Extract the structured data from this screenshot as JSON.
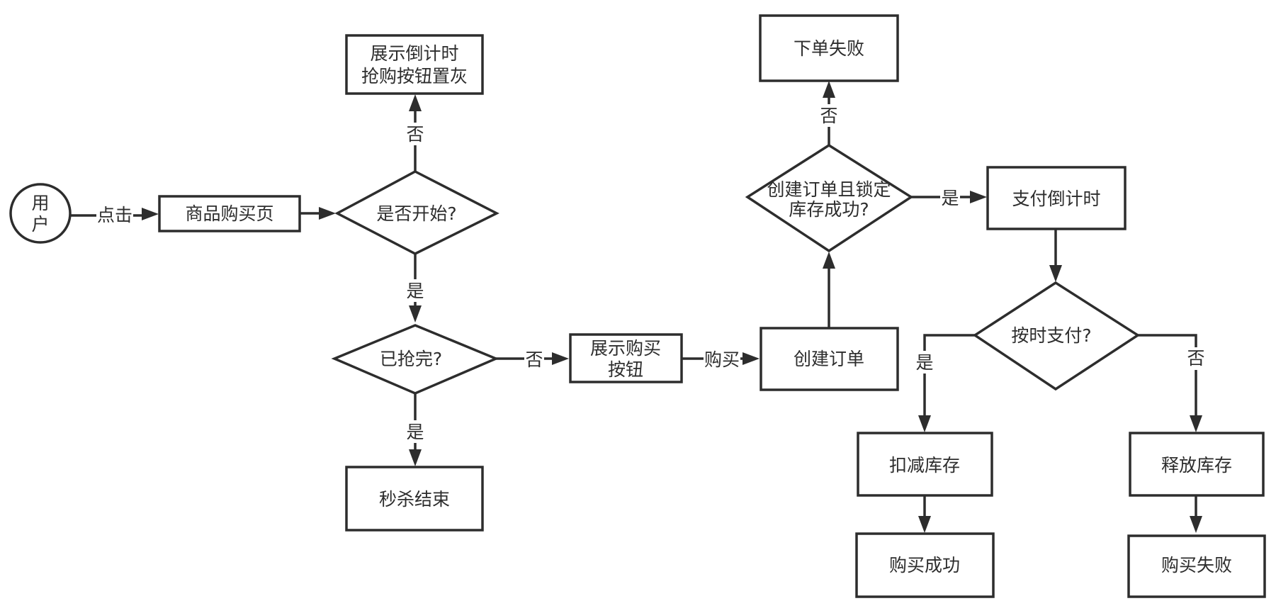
{
  "diagram": {
    "nodes": {
      "user": [
        "用",
        "户"
      ],
      "product_page": [
        "商品购买页"
      ],
      "is_started": [
        "是否开始?"
      ],
      "countdown_grey": [
        "展示倒计时",
        "抢购按钮置灰"
      ],
      "sold_out": [
        "已抢完?"
      ],
      "seckill_end": [
        "秒杀结束"
      ],
      "show_buy_button": [
        "展示购买",
        "按钮"
      ],
      "create_order": [
        "创建订单"
      ],
      "create_lock_success": [
        "创建订单且锁定",
        "库存成功?"
      ],
      "order_failed": [
        "下单失败"
      ],
      "pay_countdown": [
        "支付倒计时"
      ],
      "paid_on_time": [
        "按时支付?"
      ],
      "deduct_stock": [
        "扣减库存"
      ],
      "release_stock": [
        "释放库存"
      ],
      "buy_success": [
        "购买成功"
      ],
      "buy_failed": [
        "购买失败"
      ]
    },
    "edge_labels": {
      "click": "点击",
      "start_no": "否",
      "start_yes": "是",
      "sold_yes": "是",
      "sold_no": "否",
      "buy": "购买",
      "lock_no": "否",
      "lock_yes": "是",
      "pay_yes": "是",
      "pay_no": "否"
    }
  }
}
